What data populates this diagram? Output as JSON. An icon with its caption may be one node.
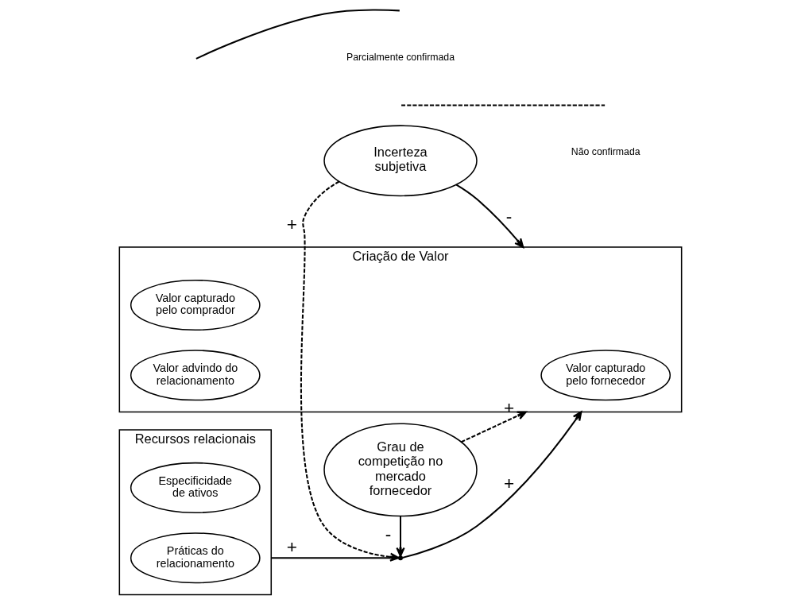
{
  "diagram": {
    "nodes": [
      {
        "text": [
          "Incerteza subjetiva"
        ]
      },
      {
        "text": [
          "Recursos relacionais"
        ]
      },
      {
        "text": [
          "Especificidade de ativos"
        ],
        "in": 1
      },
      {
        "text": [
          "Práticas do relacionamento"
        ],
        "in": 1
      },
      {
        "text": [
          "Criação de Valor"
        ]
      },
      {
        "text": [
          "Valor capturado pelo comprador"
        ],
        "in": 4
      },
      {
        "text": [
          "Valor capturado pelo fornecedor"
        ],
        "in": 4
      },
      {
        "text": [
          "Valor advindo do relacionamento"
        ],
        "in": 4
      },
      {
        "text": [
          "Grau de competição no mercado fornecedor"
        ]
      },
      {
        "text": [],
        "shape": "point"
      }
    ],
    "edges": [
      {
        "from": 0,
        "to": 4,
        "arrow": "to",
        "label": "-"
      },
      {
        "from": 0,
        "to": 9,
        "arrow": "to",
        "label": "+",
        "style": "dashed"
      },
      {
        "from": 1,
        "to": 9,
        "arrow": "none",
        "label": "+"
      },
      {
        "from": 9,
        "to": 4,
        "arrow": "to",
        "label": "+"
      },
      {
        "from": 8,
        "to": 9,
        "arrow": "to",
        "label": "-"
      },
      {
        "from": 8,
        "to": 4,
        "arrow": "to",
        "label": "+",
        "style": "dashed"
      }
    ],
    "legend": [
      {
        "text": "Parcialmente confirmada"
      },
      {
        "text": "Não confirmada"
      }
    ]
  }
}
